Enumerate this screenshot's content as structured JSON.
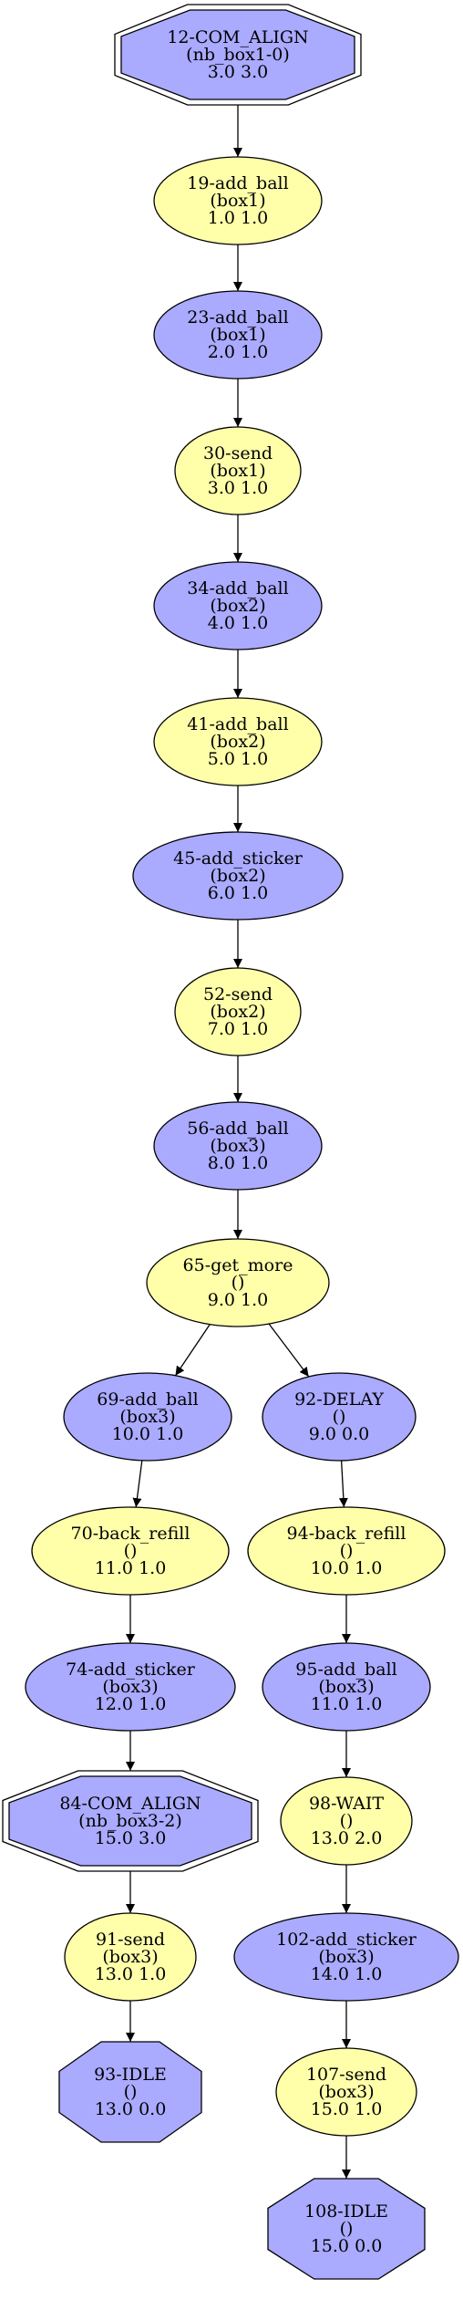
{
  "colors": {
    "blue_fill": "#aaaaff",
    "yellow_fill": "#ffffaa",
    "stroke": "#000000",
    "background": "#ffffff"
  },
  "nodes": [
    {
      "id": "n12",
      "shape": "doubleoctagon",
      "color": "blue",
      "lines": [
        "12-COM_ALIGN",
        "(nb_box1-0)",
        "3.0 3.0"
      ]
    },
    {
      "id": "n19",
      "shape": "ellipse",
      "color": "yellow",
      "lines": [
        "19-add_ball",
        "(box1)",
        "1.0 1.0"
      ]
    },
    {
      "id": "n23",
      "shape": "ellipse",
      "color": "blue",
      "lines": [
        "23-add_ball",
        "(box1)",
        "2.0 1.0"
      ]
    },
    {
      "id": "n30",
      "shape": "ellipse",
      "color": "yellow",
      "lines": [
        "30-send",
        "(box1)",
        "3.0 1.0"
      ]
    },
    {
      "id": "n34",
      "shape": "ellipse",
      "color": "blue",
      "lines": [
        "34-add_ball",
        "(box2)",
        "4.0 1.0"
      ]
    },
    {
      "id": "n41",
      "shape": "ellipse",
      "color": "yellow",
      "lines": [
        "41-add_ball",
        "(box2)",
        "5.0 1.0"
      ]
    },
    {
      "id": "n45",
      "shape": "ellipse",
      "color": "blue",
      "lines": [
        "45-add_sticker",
        "(box2)",
        "6.0 1.0"
      ]
    },
    {
      "id": "n52",
      "shape": "ellipse",
      "color": "yellow",
      "lines": [
        "52-send",
        "(box2)",
        "7.0 1.0"
      ]
    },
    {
      "id": "n56",
      "shape": "ellipse",
      "color": "blue",
      "lines": [
        "56-add_ball",
        "(box3)",
        "8.0 1.0"
      ]
    },
    {
      "id": "n65",
      "shape": "ellipse",
      "color": "yellow",
      "lines": [
        "65-get_more",
        "()",
        "9.0 1.0"
      ]
    },
    {
      "id": "n69",
      "shape": "ellipse",
      "color": "blue",
      "lines": [
        "69-add_ball",
        "(box3)",
        "10.0 1.0"
      ]
    },
    {
      "id": "n92",
      "shape": "ellipse",
      "color": "blue",
      "lines": [
        "92-DELAY",
        "()",
        "9.0 0.0"
      ]
    },
    {
      "id": "n70",
      "shape": "ellipse",
      "color": "yellow",
      "lines": [
        "70-back_refill",
        "()",
        "11.0 1.0"
      ]
    },
    {
      "id": "n94",
      "shape": "ellipse",
      "color": "yellow",
      "lines": [
        "94-back_refill",
        "()",
        "10.0 1.0"
      ]
    },
    {
      "id": "n74",
      "shape": "ellipse",
      "color": "blue",
      "lines": [
        "74-add_sticker",
        "(box3)",
        "12.0 1.0"
      ]
    },
    {
      "id": "n95",
      "shape": "ellipse",
      "color": "blue",
      "lines": [
        "95-add_ball",
        "(box3)",
        "11.0 1.0"
      ]
    },
    {
      "id": "n84",
      "shape": "doubleoctagon",
      "color": "blue",
      "lines": [
        "84-COM_ALIGN",
        "(nb_box3-2)",
        "15.0 3.0"
      ]
    },
    {
      "id": "n98",
      "shape": "ellipse",
      "color": "yellow",
      "lines": [
        "98-WAIT",
        "()",
        "13.0 2.0"
      ]
    },
    {
      "id": "n91",
      "shape": "ellipse",
      "color": "yellow",
      "lines": [
        "91-send",
        "(box3)",
        "13.0 1.0"
      ]
    },
    {
      "id": "n102",
      "shape": "ellipse",
      "color": "blue",
      "lines": [
        "102-add_sticker",
        "(box3)",
        "14.0 1.0"
      ]
    },
    {
      "id": "n93",
      "shape": "octagon",
      "color": "blue",
      "lines": [
        "93-IDLE",
        "()",
        "13.0 0.0"
      ]
    },
    {
      "id": "n107",
      "shape": "ellipse",
      "color": "yellow",
      "lines": [
        "107-send",
        "(box3)",
        "15.0 1.0"
      ]
    },
    {
      "id": "n108",
      "shape": "octagon",
      "color": "blue",
      "lines": [
        "108-IDLE",
        "()",
        "15.0 0.0"
      ]
    }
  ],
  "edges": [
    [
      "n12",
      "n19"
    ],
    [
      "n19",
      "n23"
    ],
    [
      "n23",
      "n30"
    ],
    [
      "n30",
      "n34"
    ],
    [
      "n34",
      "n41"
    ],
    [
      "n41",
      "n45"
    ],
    [
      "n45",
      "n52"
    ],
    [
      "n52",
      "n56"
    ],
    [
      "n56",
      "n65"
    ],
    [
      "n65",
      "n69"
    ],
    [
      "n65",
      "n92"
    ],
    [
      "n69",
      "n70"
    ],
    [
      "n70",
      "n74"
    ],
    [
      "n74",
      "n84"
    ],
    [
      "n84",
      "n91"
    ],
    [
      "n91",
      "n93"
    ],
    [
      "n92",
      "n94"
    ],
    [
      "n94",
      "n95"
    ],
    [
      "n95",
      "n98"
    ],
    [
      "n98",
      "n102"
    ],
    [
      "n102",
      "n107"
    ],
    [
      "n107",
      "n108"
    ]
  ]
}
